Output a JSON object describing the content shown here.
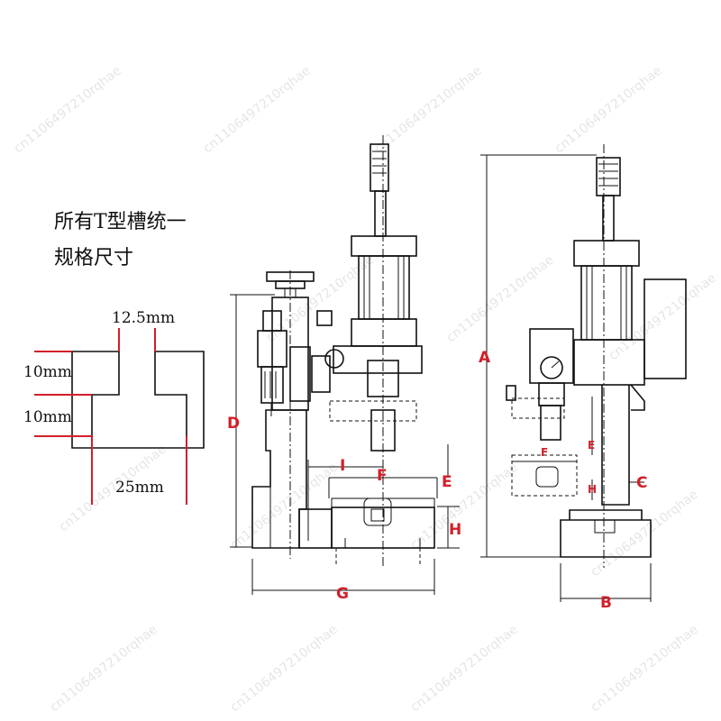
{
  "note": {
    "line1": "所有T型槽统一",
    "line2": "规格尺寸"
  },
  "tslot": {
    "width_label": "12.5mm",
    "upper_height_label": "10mm",
    "lower_height_label": "10mm",
    "bottom_width_label": "25mm"
  },
  "front_view": {
    "labels": [
      "D",
      "I",
      "F",
      "E",
      "H",
      "G"
    ]
  },
  "side_view": {
    "labels": [
      "A",
      "E",
      "F",
      "H",
      "C",
      "B"
    ]
  },
  "watermark": "cn1106497210rqhae",
  "colors": {
    "dimension_red": "#d21f2a",
    "line_black": "#111111"
  }
}
